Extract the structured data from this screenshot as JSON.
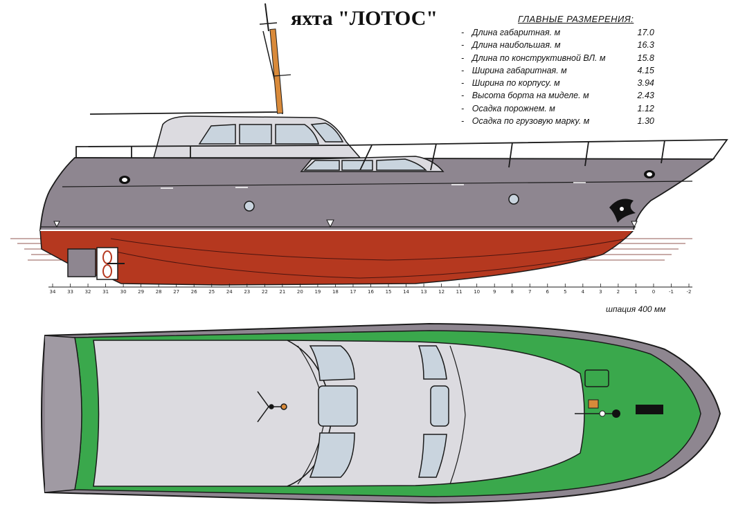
{
  "title": "яхта \"ЛОТОС\"",
  "dimensions": {
    "heading": "ГЛАВНЫЕ РАЗМЕРЕНИЯ:",
    "items": [
      {
        "label": "Длина габаритная. м",
        "value": "17.0"
      },
      {
        "label": "Длина наибольшая. м",
        "value": "16.3"
      },
      {
        "label": "Длина по конструктивной ВЛ. м",
        "value": "15.8"
      },
      {
        "label": "Ширина габаритная. м",
        "value": "4.15"
      },
      {
        "label": "Ширина по корпусу. м",
        "value": "3.94"
      },
      {
        "label": "Высота борта на миделе. м",
        "value": "2.43"
      },
      {
        "label": "Осадка порожнем. м",
        "value": "1.12"
      },
      {
        "label": "Осадка по грузовую марку. м",
        "value": "1.30"
      }
    ]
  },
  "spacing_note": "шпация 400 мм",
  "frame_numbers": [
    "34",
    "33",
    "32",
    "31",
    "30",
    "29",
    "28",
    "27",
    "26",
    "25",
    "24",
    "23",
    "22",
    "21",
    "20",
    "19",
    "18",
    "17",
    "16",
    "15",
    "14",
    "13",
    "12",
    "11",
    "10",
    "9",
    "8",
    "7",
    "6",
    "5",
    "4",
    "3",
    "2",
    "1",
    "0",
    "-1",
    "-2"
  ],
  "colors": {
    "hull": "#8e8690",
    "underwater": "#b5381f",
    "deck": "#3aa84c",
    "superstructure": "#dcdbe0",
    "glass": "#c9d4de",
    "mast": "#d98a3a",
    "outline": "#1a1a1a"
  },
  "icons": {
    "porthole": "porthole-icon",
    "anchor": "anchor-icon",
    "propeller": "propeller-icon",
    "mast_star": "mast-base-icon",
    "windlass": "windlass-icon"
  }
}
